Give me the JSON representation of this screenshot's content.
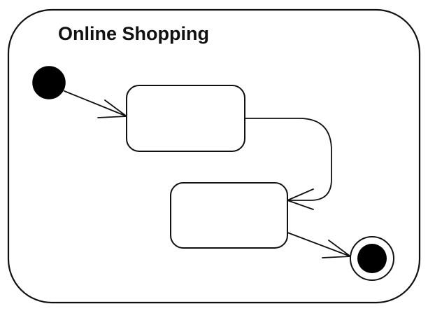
{
  "diagram": {
    "type": "state-machine",
    "composite_state": {
      "title": "Online Shopping"
    },
    "nodes": [
      {
        "id": "initial",
        "kind": "initial-pseudostate"
      },
      {
        "id": "state-1",
        "kind": "state",
        "label": ""
      },
      {
        "id": "state-2",
        "kind": "state",
        "label": ""
      },
      {
        "id": "final",
        "kind": "final-state"
      }
    ],
    "transitions": [
      {
        "from": "initial",
        "to": "state-1"
      },
      {
        "from": "state-1",
        "to": "state-2"
      },
      {
        "from": "state-2",
        "to": "final"
      }
    ],
    "colors": {
      "stroke": "#111111",
      "fill": "#ffffff",
      "solid": "#000000"
    }
  }
}
